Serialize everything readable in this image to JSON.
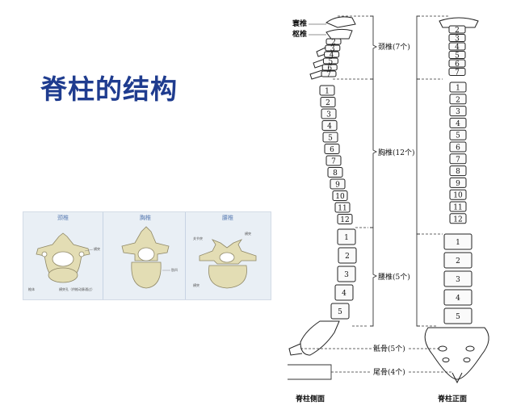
{
  "title": "脊柱的结构",
  "vertebra_panel": {
    "headers": [
      "颈椎",
      "胸椎",
      "腰椎"
    ],
    "cervical_labels": [
      "横突",
      "椎体",
      "横突孔（供椎动脉通过）"
    ],
    "thoracic_labels": [
      "肋凹"
    ],
    "lumbar_labels": [
      "关节突",
      "横突",
      "横突"
    ]
  },
  "spine": {
    "top_labels": [
      "寰椎",
      "枢椎"
    ],
    "region_labels": [
      "颈椎(7个)",
      "胸椎(12个)",
      "腰椎(5个)",
      "骶骨(5个)",
      "尾骨(4个)"
    ],
    "cervical_numbers": [
      "2",
      "3",
      "4",
      "5",
      "6",
      "7"
    ],
    "thoracic_numbers": [
      "1",
      "2",
      "3",
      "4",
      "5",
      "6",
      "7",
      "8",
      "9",
      "10",
      "11",
      "12"
    ],
    "lumbar_numbers": [
      "1",
      "2",
      "3",
      "4",
      "5"
    ],
    "captions": [
      "脊柱侧面",
      "脊柱正面"
    ]
  }
}
